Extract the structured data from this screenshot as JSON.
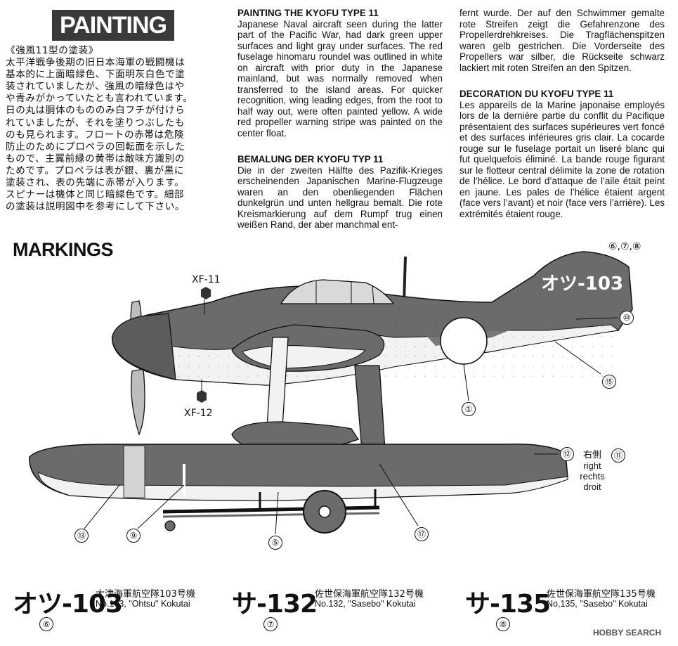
{
  "painting_title": "PAINTING",
  "japanese": {
    "heading": "《強風11型の塗装》",
    "lines": [
      "太平洋戦争後期の旧日本海軍の戦闘機は",
      "基本的に上面暗緑色、下面明灰白色で塗",
      "装されていましたが、強風の暗緑色はや",
      "や青みがかっていたとも言われています。",
      "日の丸は胴体のもののみ白フチが付けら",
      "れていましたが、それを塗りつぶしたも",
      "のも見られます。フロートの赤帯は危険",
      "防止のためにプロペラの回転面を示した",
      "もので、主翼前縁の黄帯は敵味方識別の",
      "ためです。プロペラは表が銀、裏が黒に",
      "塗装され、表の先端に赤帯が入ります。",
      "スピナーは機体と同じ暗緑色です。細部",
      "の塗装は説明図中を参考にして下さい。"
    ]
  },
  "english": {
    "heading": "PAINTING THE KYOFU TYPE 11",
    "body": "Japanese Naval aircraft seen during the latter part of the Pacific War, had dark green upper surfaces and light gray under surfaces. The red fuselage hinomaru roundel was outlined in white on aircraft with prior duty in the Japanese mainland, but was normally removed when transferred to the island areas. For quicker recognition, wing leading edges, from the root to half way out, were often painted yellow. A wide red propeller warning stripe was painted on the center float."
  },
  "german": {
    "heading": "BEMALUNG DER KYOFU TYP 11",
    "body1": "Die in der zweiten Hälfte des Pazifik-Krieges erscheinenden Japanischen Marine-Flugzeuge waren an den obenliegenden Flächen dunkelgrün und unten hellgrau bemalt. Die rote Kreismarkierung auf dem Rumpf trug einen weißen Rand, der aber manchmal ent-",
    "body2": "fernt wurde. Der auf den Schwimmer gemalte rote Streifen zeigt die Gefahrenzone des Propellerdrehkreises. Die Tragflächenspitzen waren gelb gestrichen. Die Vorderseite des Propellers war silber, die Rückseite schwarz lackiert mit roten Streifen an den Spitzen."
  },
  "french": {
    "heading": "DECORATION DU KYOFU TYPE 11",
    "body": "Les appareils de la Marine japonaise employés lors de la dernière partie du conflit du Pacifique présentaient des surfaces supérieures vert foncé et des surfaces inférieures gris clair. La cocarde rouge sur le fuselage portait un liseré blanc qui fut quelquefois éliminé. La bande rouge figurant sur le flotteur central délimite la zone de rotation de l’hélice. Le bord d’attaque de l’aile était peint en jaune. Les pales de l’hélice étaient argent (face vers l’avant) et noir (face vers l’arrière). Les extrémités étaient rouge."
  },
  "markings_title": "MARKINGS",
  "diagram": {
    "tail_code": "オツ-103",
    "xf11": "XF-11",
    "xf12": "XF-12",
    "tail_refs": "⑥,⑦,⑧",
    "callouts": [
      "①",
      "⑤",
      "⑨",
      "⑩",
      "⑪",
      "⑫",
      "⑬",
      "⑮",
      "⑰"
    ],
    "right_side": {
      "jp": "右側",
      "en": "right",
      "de": "rechts",
      "fr": "droit"
    }
  },
  "units": [
    {
      "code": "オツ-103",
      "jp": "大津海軍航空隊103号機",
      "en": "No.103, \"Ohtsu\" Kokutai",
      "num": "⑥"
    },
    {
      "code": "サ-132",
      "jp": "佐世保海軍航空隊132号機",
      "en": "No.132, \"Sasebo\" Kokutai",
      "num": "⑦"
    },
    {
      "code": "サ-135",
      "jp": "佐世保海軍航空隊135号機",
      "en": "No,135, \"Sasebo\" Kokutai",
      "num": "⑧"
    }
  ],
  "watermark": "HOBBY SEARCH",
  "colors": {
    "dark_green": "#6b6b6b",
    "light_gray": "#f2f2f2",
    "banner": "#3a3a3a"
  }
}
